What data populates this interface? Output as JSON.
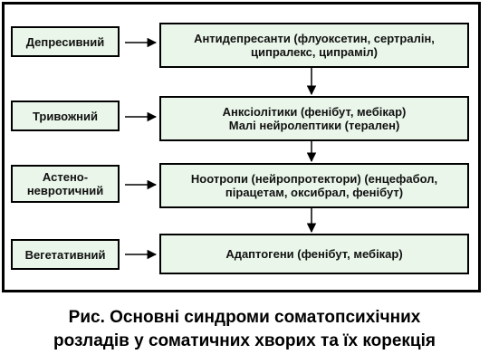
{
  "diagram": {
    "syndromes": [
      {
        "label_lines": [
          "Депресивний"
        ]
      },
      {
        "label_lines": [
          "Тривожний"
        ]
      },
      {
        "label_lines": [
          "Астено-",
          "невротичний"
        ]
      },
      {
        "label_lines": [
          "Вегетативний"
        ]
      }
    ],
    "treatments": [
      {
        "lines": [
          "Антидепресанти (флуоксетин, сертралін,",
          "ципралекс, ципраміл)"
        ]
      },
      {
        "lines": [
          "Анксіолітики (фенібут, мебікар)",
          "Малі нейролептики (терален)"
        ]
      },
      {
        "lines": [
          "Ноотропи (нейропротектори) (енцефабол,",
          "пірацетам, оксибрал, фенібут)"
        ]
      },
      {
        "lines": [
          "Адаптогени (фенібут, мебікар)"
        ]
      }
    ],
    "colors": {
      "box_fill": "#eaf6ea",
      "stroke": "#000000"
    }
  },
  "caption": {
    "lines": [
      "Рис. Основні синдроми соматопсихічних",
      "розладів у соматичних хворих та їх корекція"
    ]
  }
}
